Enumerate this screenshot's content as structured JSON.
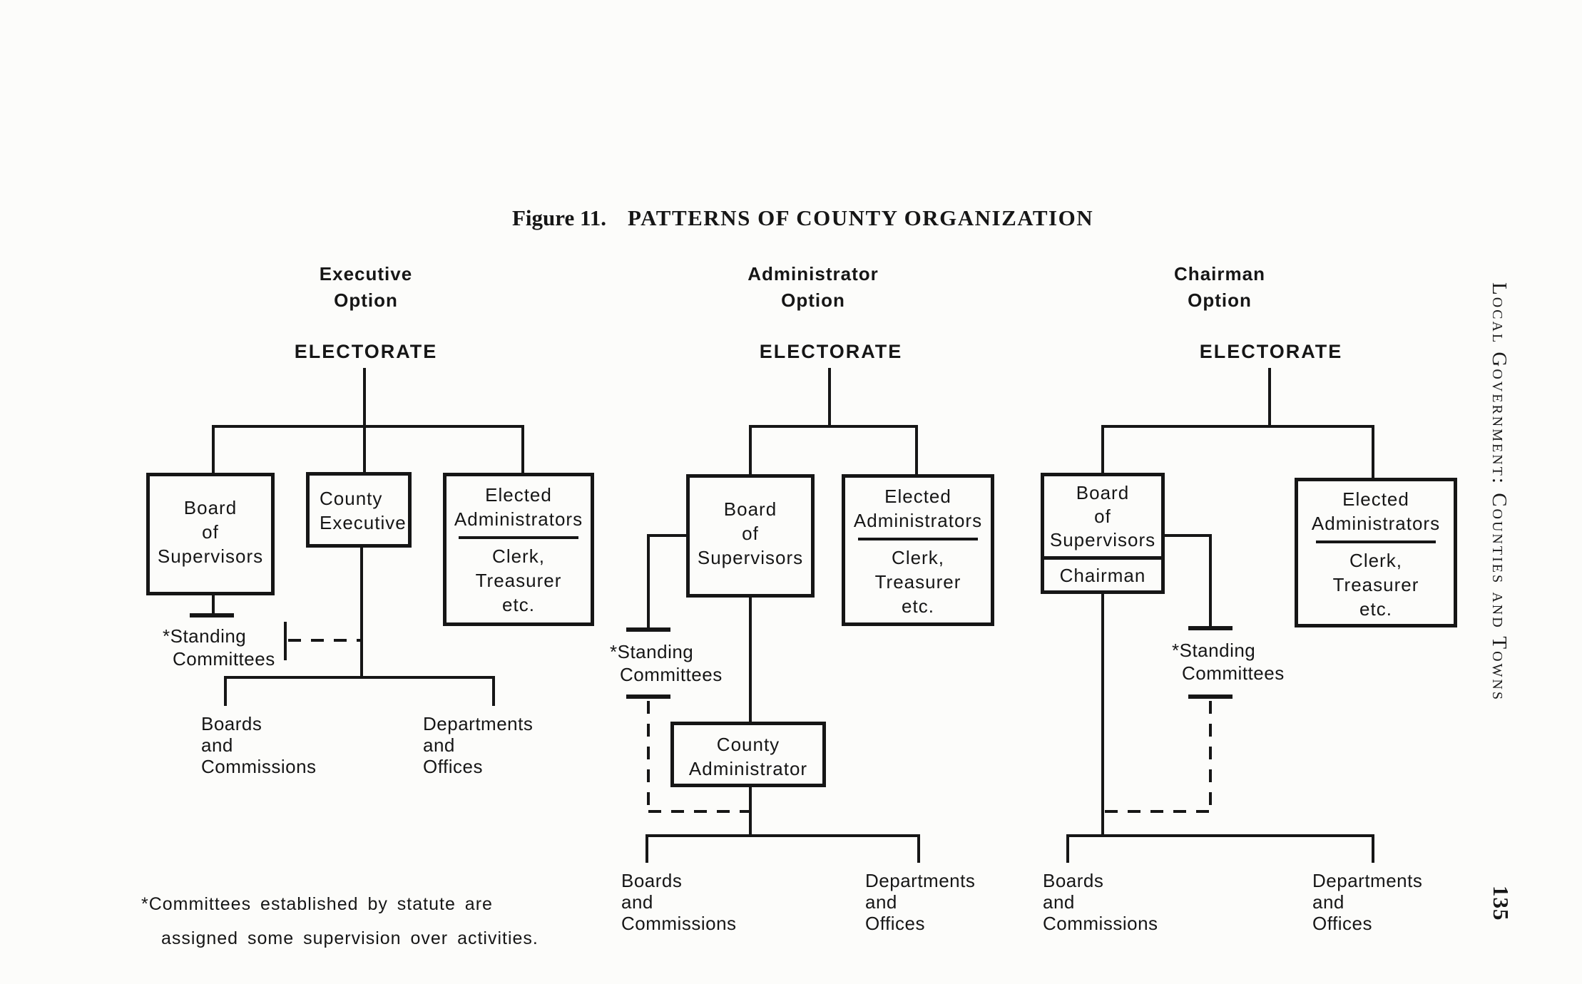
{
  "figure": {
    "label": "Figure 11.",
    "title": "PATTERNS OF COUNTY ORGANIZATION"
  },
  "columns": [
    {
      "option": [
        "Executive",
        "Option"
      ],
      "electorate": "ELECTORATE",
      "board_box": [
        "Board",
        "of",
        "Supervisors"
      ],
      "executive_box": [
        "County",
        "Executive"
      ],
      "elected_box_top": [
        "Elected",
        "Administrators"
      ],
      "elected_box_bottom": [
        "Clerk,",
        "Treasurer",
        "etc."
      ],
      "standing": [
        "*Standing",
        "Committees"
      ],
      "leaf_left": [
        "Boards",
        "and",
        "Commissions"
      ],
      "leaf_right": [
        "Departments",
        "and",
        "Offices"
      ]
    },
    {
      "option": [
        "Administrator",
        "Option"
      ],
      "electorate": "ELECTORATE",
      "board_box": [
        "Board",
        "of",
        "Supervisors"
      ],
      "admin_box": [
        "County",
        "Administrator"
      ],
      "elected_box_top": [
        "Elected",
        "Administrators"
      ],
      "elected_box_bottom": [
        "Clerk,",
        "Treasurer",
        "etc."
      ],
      "standing": [
        "*Standing",
        "Committees"
      ],
      "leaf_left": [
        "Boards",
        "and",
        "Commissions"
      ],
      "leaf_right": [
        "Departments",
        "and",
        "Offices"
      ]
    },
    {
      "option": [
        "Chairman",
        "Option"
      ],
      "electorate": "ELECTORATE",
      "board_box": [
        "Board",
        "of",
        "Supervisors"
      ],
      "chairman_label": "Chairman",
      "elected_box_top": [
        "Elected",
        "Administrators"
      ],
      "elected_box_bottom": [
        "Clerk,",
        "Treasurer",
        "etc."
      ],
      "standing": [
        "*Standing",
        "Committees"
      ],
      "leaf_left": [
        "Boards",
        "and",
        "Commissions"
      ],
      "leaf_right": [
        "Departments",
        "and",
        "Offices"
      ]
    }
  ],
  "footnote": [
    "*Committees established by statute are",
    "assigned some supervision over activities."
  ],
  "sidebar": {
    "header": "Local Government: Counties and Towns",
    "page_number": "135"
  },
  "colors": {
    "ink": "#161616",
    "paper": "#fcfcfa"
  }
}
